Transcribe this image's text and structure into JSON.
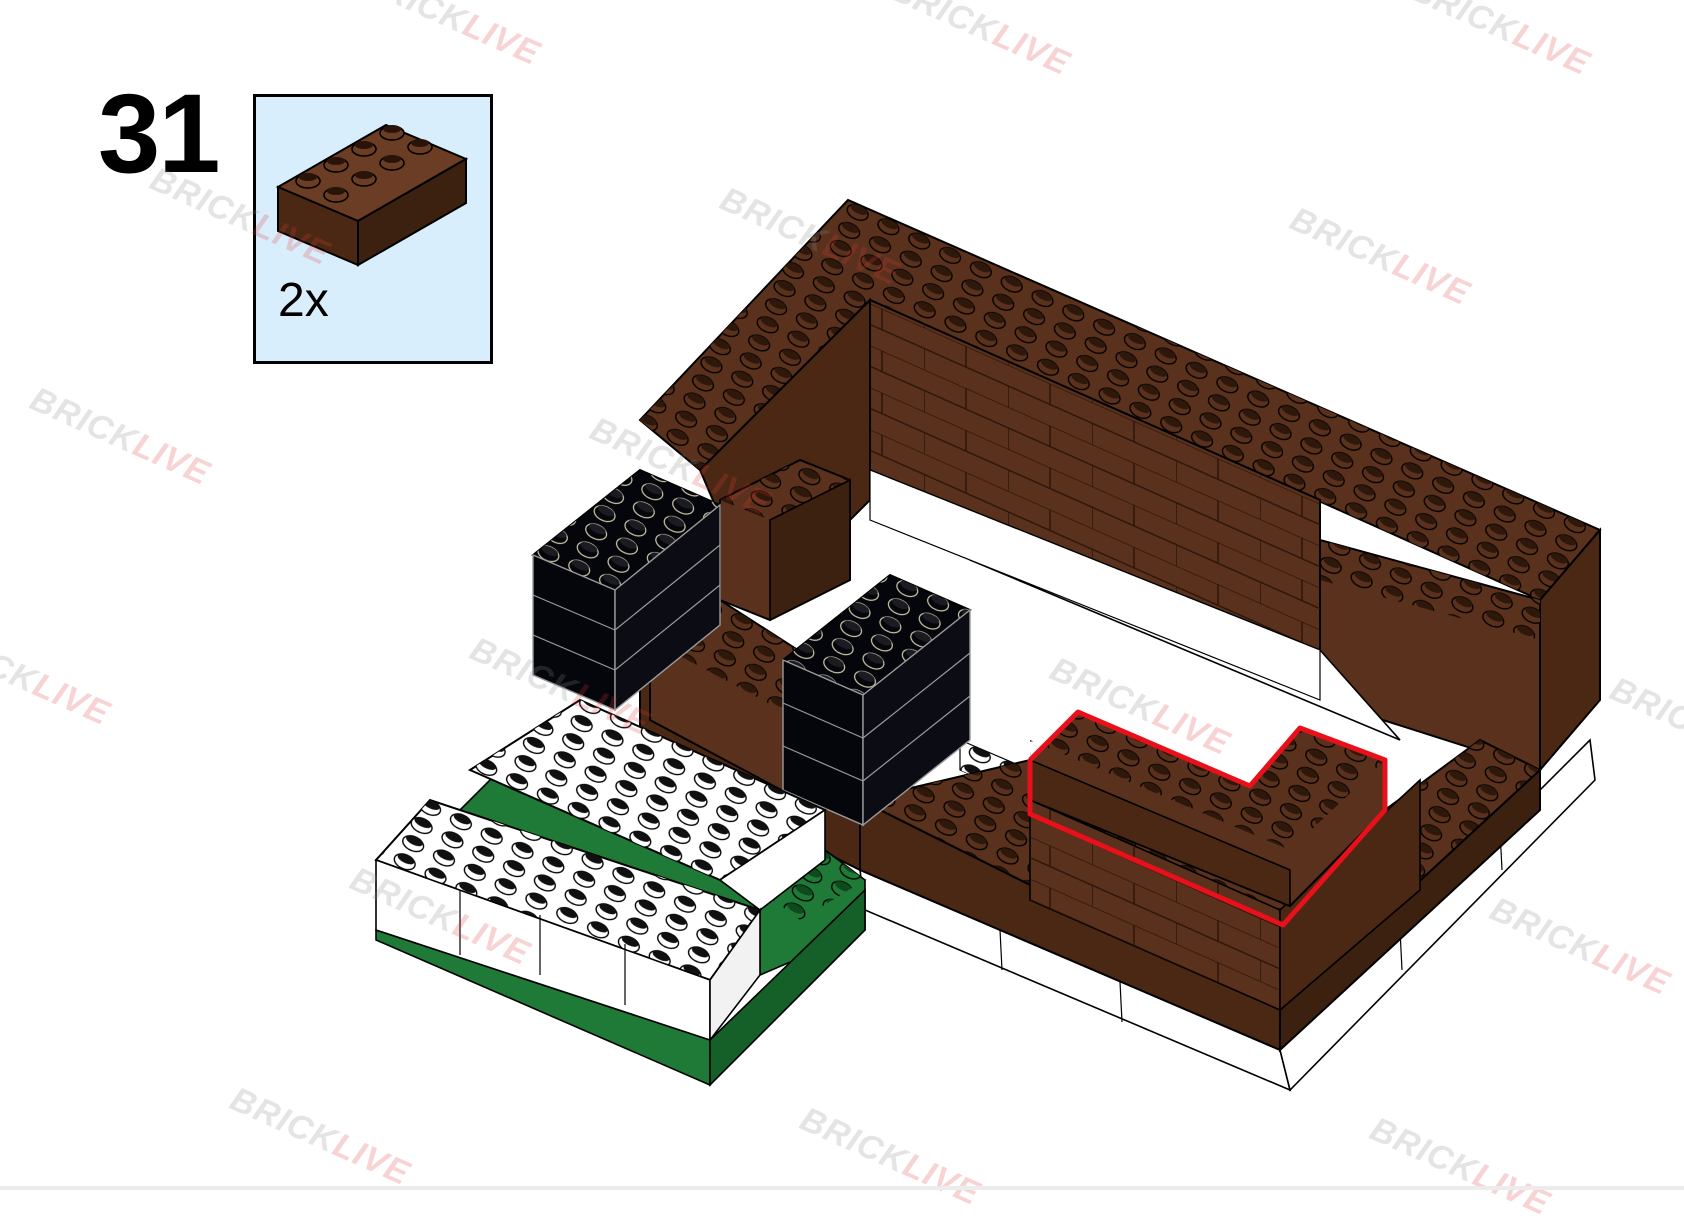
{
  "step": {
    "number": "31"
  },
  "parts_callout": {
    "quantity": "2x",
    "part": "brick-2x4",
    "part_color": "#5a311c",
    "background": "#d9eefc"
  },
  "model": {
    "highlight_color": "#e8101a",
    "colors": {
      "brown": "#5a311c",
      "brown_top": "#6b3d24",
      "black": "#05060c",
      "white": "#ffffff",
      "green": "#1e7a36"
    }
  },
  "watermark": {
    "part_a": "BRICK",
    "part_b": "LIVE"
  }
}
